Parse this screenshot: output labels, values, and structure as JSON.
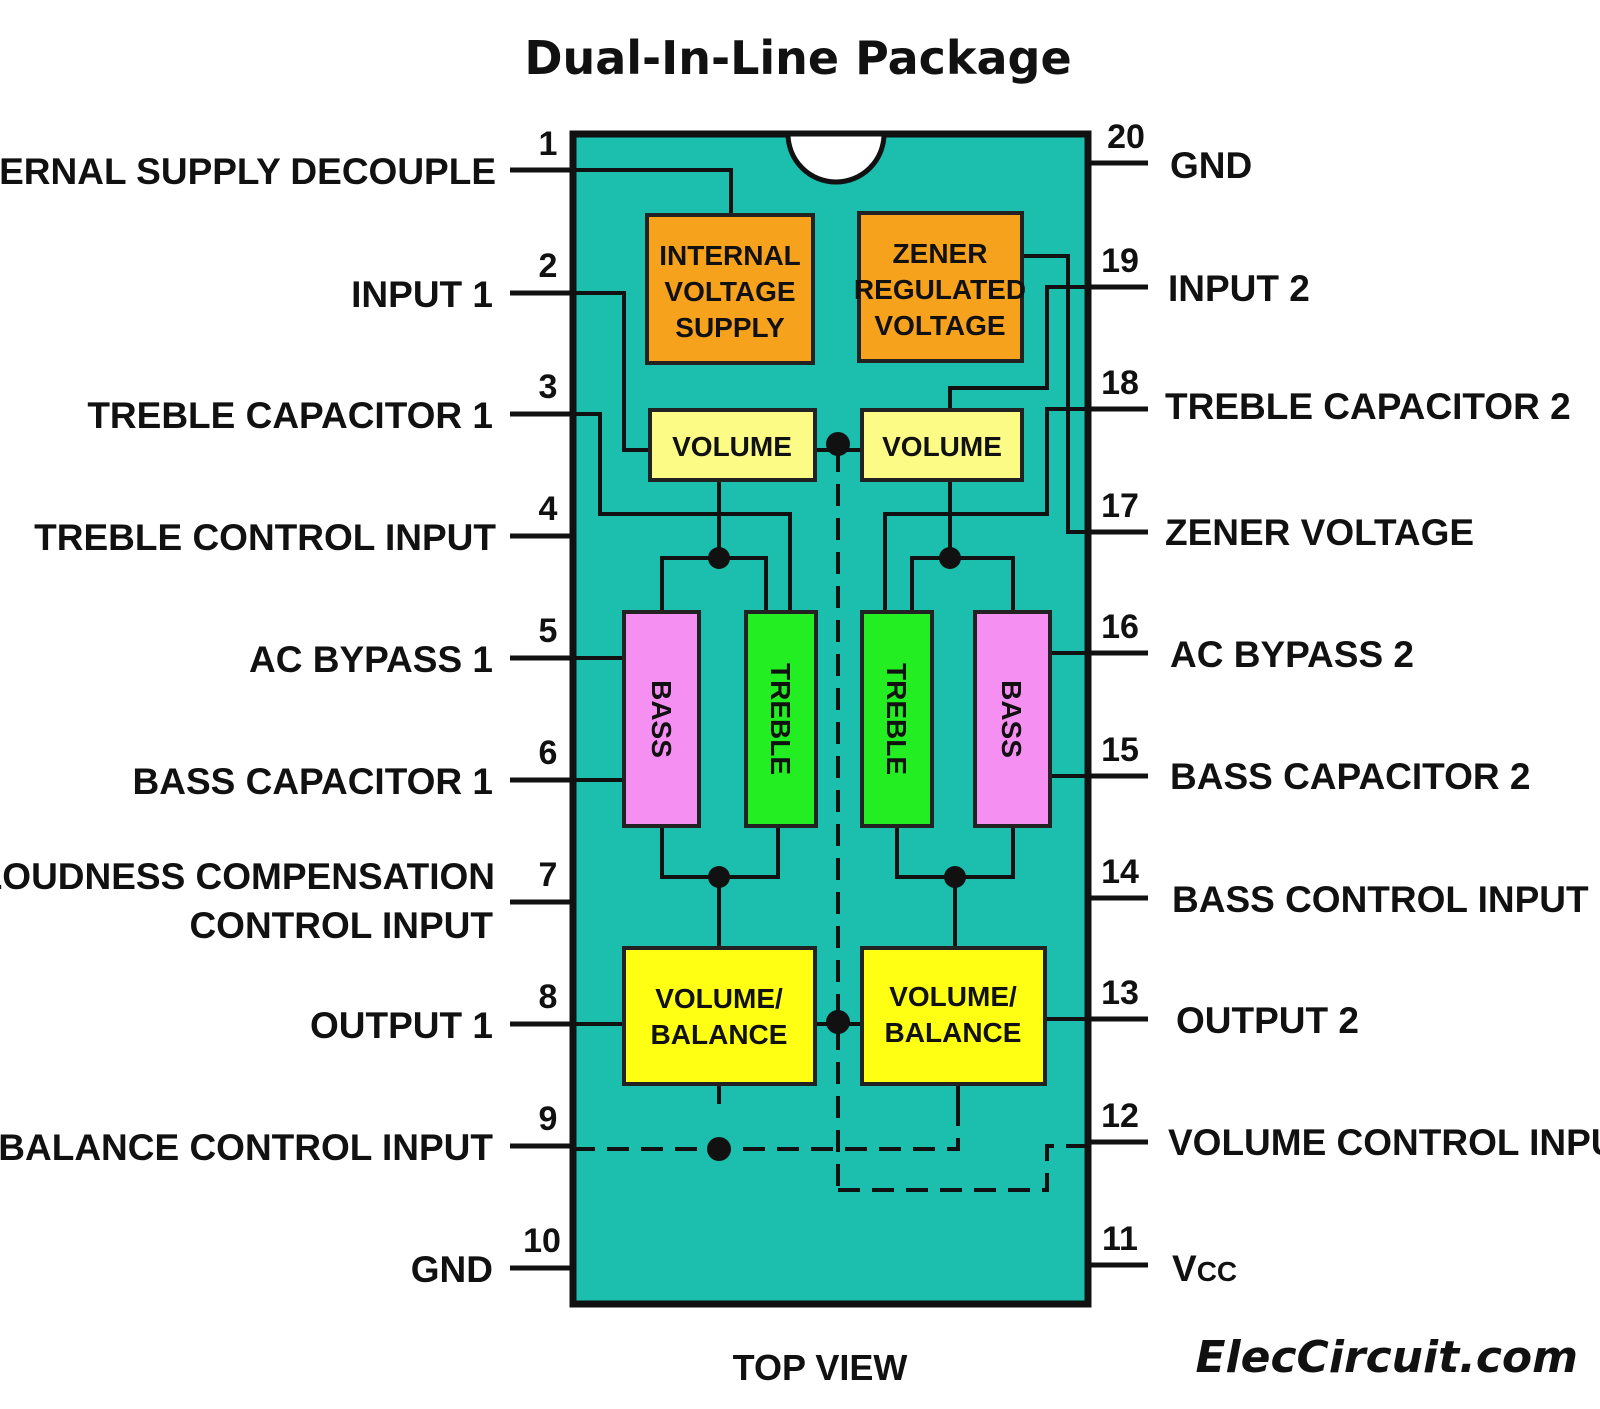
{
  "title": "Dual-In-Line Package",
  "footer": "TOP VIEW",
  "brand": "ElecCircuit.com",
  "colors": {
    "chip_body": "#1cbfae",
    "supply_block": "#f7a21c",
    "volume_block": "#fbfb86",
    "bass_block": "#f68ff2",
    "treble_block": "#22ee22",
    "volbal_block": "#ffff14"
  },
  "pins_left": [
    {
      "number": "1",
      "label": "INTERNAL SUPPLY DECOUPLE"
    },
    {
      "number": "2",
      "label": "INPUT 1"
    },
    {
      "number": "3",
      "label": "TREBLE CAPACITOR 1"
    },
    {
      "number": "4",
      "label": "TREBLE CONTROL INPUT"
    },
    {
      "number": "5",
      "label": "AC BYPASS 1"
    },
    {
      "number": "6",
      "label": "BASS CAPACITOR 1"
    },
    {
      "number": "7",
      "label": "LOUDNESS COMPENSATION",
      "label2": "CONTROL INPUT"
    },
    {
      "number": "8",
      "label": "OUTPUT 1"
    },
    {
      "number": "9",
      "label": "BALANCE CONTROL INPUT"
    },
    {
      "number": "10",
      "label": "GND"
    }
  ],
  "pins_right": [
    {
      "number": "20",
      "label": "GND"
    },
    {
      "number": "19",
      "label": "INPUT 2"
    },
    {
      "number": "18",
      "label": "TREBLE CAPACITOR 2"
    },
    {
      "number": "17",
      "label": "ZENER VOLTAGE"
    },
    {
      "number": "16",
      "label": "AC BYPASS 2"
    },
    {
      "number": "15",
      "label": "BASS CAPACITOR 2"
    },
    {
      "number": "14",
      "label": "BASS CONTROL INPUT"
    },
    {
      "number": "13",
      "label": "OUTPUT 2"
    },
    {
      "number": "12",
      "label": "VOLUME CONTROL INPUT"
    },
    {
      "number": "11",
      "label": "V",
      "label_sub": "CC"
    }
  ],
  "blocks": {
    "internal_supply": [
      "INTERNAL",
      "VOLTAGE",
      "SUPPLY"
    ],
    "zener": [
      "ZENER",
      "REGULATED",
      "VOLTAGE"
    ],
    "volume_left": "VOLUME",
    "volume_right": "VOLUME",
    "bass_left": "BASS",
    "treble_left": "TREBLE",
    "treble_right": "TREBLE",
    "bass_right": "BASS",
    "volbal_left": [
      "VOLUME/",
      "BALANCE"
    ],
    "volbal_right": [
      "VOLUME/",
      "BALANCE"
    ]
  }
}
